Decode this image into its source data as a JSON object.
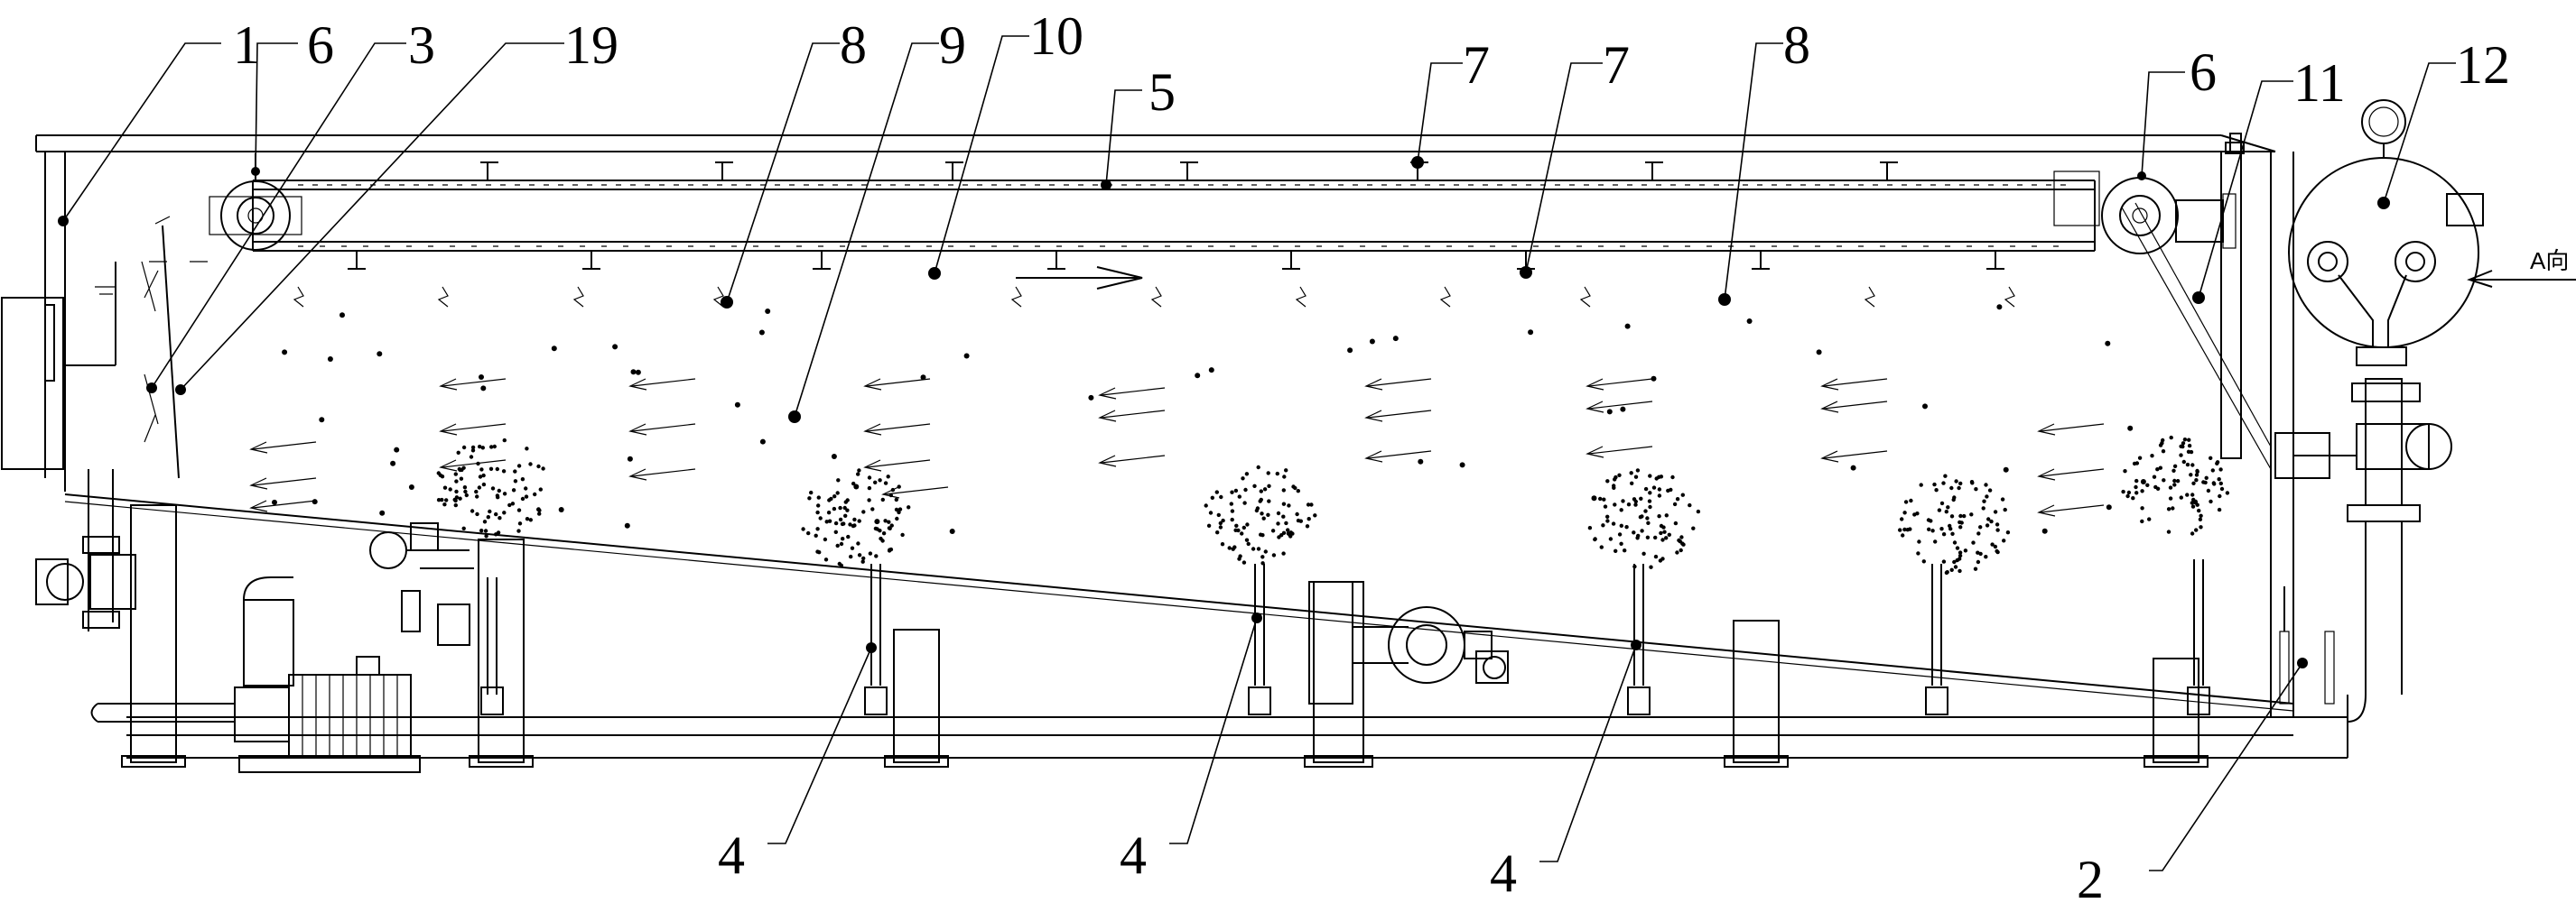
{
  "labels": [
    {
      "key": "1",
      "text": "1"
    },
    {
      "key": "6a",
      "text": "6"
    },
    {
      "key": "3",
      "text": "3"
    },
    {
      "key": "19",
      "text": "19"
    },
    {
      "key": "8a",
      "text": "8"
    },
    {
      "key": "9",
      "text": "9"
    },
    {
      "key": "10",
      "text": "10"
    },
    {
      "key": "5",
      "text": "5"
    },
    {
      "key": "7a",
      "text": "7"
    },
    {
      "key": "7b",
      "text": "7"
    },
    {
      "key": "8b",
      "text": "8"
    },
    {
      "key": "6b",
      "text": "6"
    },
    {
      "key": "11",
      "text": "11"
    },
    {
      "key": "12",
      "text": "12"
    },
    {
      "key": "4a",
      "text": "4"
    },
    {
      "key": "4b",
      "text": "4"
    },
    {
      "key": "4c",
      "text": "4"
    },
    {
      "key": "2",
      "text": "2"
    }
  ],
  "view_label": "A向"
}
